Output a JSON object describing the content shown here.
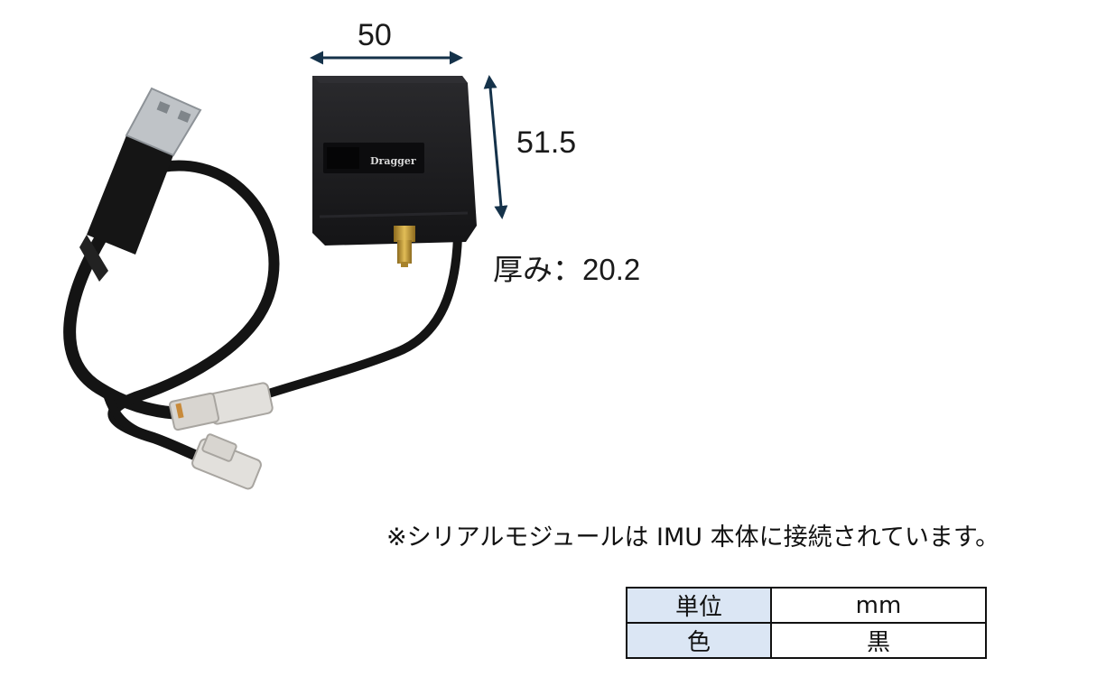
{
  "dimensions": {
    "width": "50",
    "height": "51.5",
    "thickness": "厚み：20.2"
  },
  "device": {
    "logo": "Dragger"
  },
  "note": "※シリアルモジュールは IMU 本体に接続されています。",
  "spec_table": {
    "rows": [
      {
        "key": "単位",
        "value": "mm"
      },
      {
        "key": "色",
        "value": "黒"
      }
    ]
  },
  "colors": {
    "dimension_arrow": "#15324a",
    "device_body": "#1b1b1d",
    "cable": "#141414",
    "connector_housing": "#e2e0dc",
    "sma_connector": "#c9a03b",
    "table_header_fill": "#dbe6f4"
  }
}
